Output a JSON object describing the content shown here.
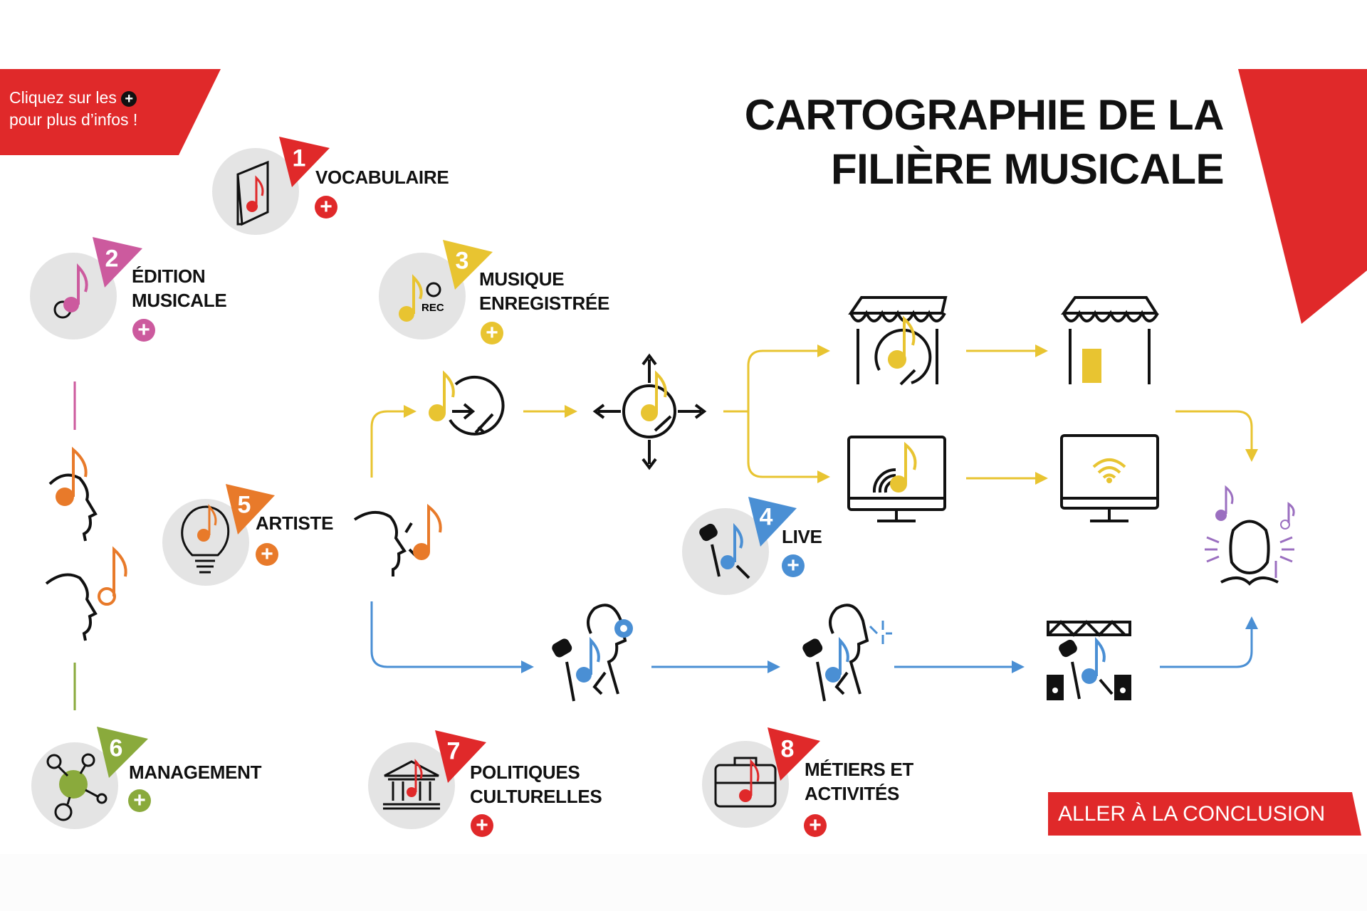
{
  "hint": {
    "line1": "Cliquez sur les",
    "plus_symbol": "+",
    "line2": "pour plus d’infos !"
  },
  "title": {
    "line1": "CARTOGRAPHIE DE LA",
    "line2": "FILIÈRE MUSICALE"
  },
  "sections": [
    {
      "number": "1",
      "label1": "VOCABULAIRE",
      "label2": "",
      "color": "#e0292a",
      "icon": "book-music-icon"
    },
    {
      "number": "2",
      "label1": "ÉDITION",
      "label2": "MUSICALE",
      "color": "#cc5a9e",
      "icon": "music-note-icon"
    },
    {
      "number": "3",
      "label1": "MUSIQUE",
      "label2": "ENREGISTRÉE",
      "color": "#e8c431",
      "icon": "rec-note-icon",
      "icon_text": "REC"
    },
    {
      "number": "4",
      "label1": "LIVE",
      "label2": "",
      "color": "#4a8fd4",
      "icon": "singer-mic-icon"
    },
    {
      "number": "5",
      "label1": "ARTISTE",
      "label2": "",
      "color": "#e87a2a",
      "icon": "lightbulb-note-icon"
    },
    {
      "number": "6",
      "label1": "MANAGEMENT",
      "label2": "",
      "color": "#8aaa3c",
      "icon": "network-icon"
    },
    {
      "number": "7",
      "label1": "POLITIQUES",
      "label2": "CULTURELLES",
      "color": "#e0292a",
      "icon": "institution-icon"
    },
    {
      "number": "8",
      "label1": "MÉTIERS ET",
      "label2": "ACTIVITÉS",
      "color": "#e0292a",
      "icon": "briefcase-note-icon"
    }
  ],
  "plus_symbol": "+",
  "conclusion_button": "ALLER À LA CONCLUSION",
  "colors": {
    "accent": "#e0292a",
    "yellow": "#e8c431",
    "blue": "#4a8fd4",
    "purple": "#9b6fc0",
    "circle": "#e4e4e4"
  }
}
